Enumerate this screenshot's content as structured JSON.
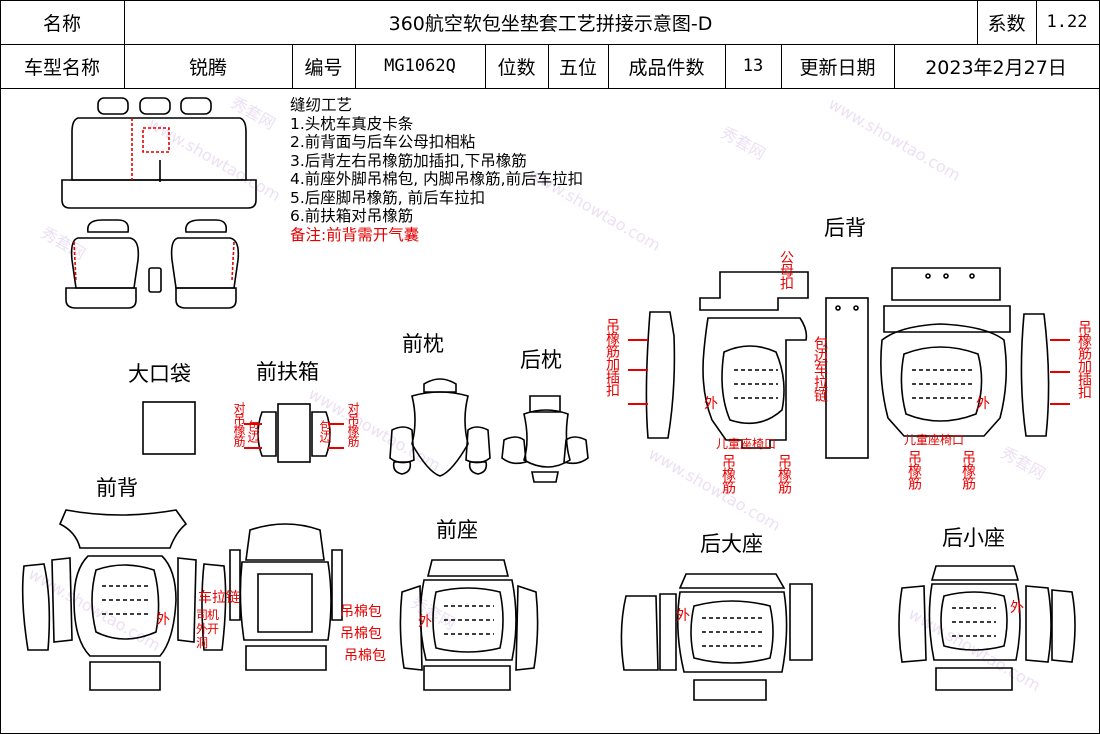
{
  "header": {
    "name_label": "名称",
    "title": "360航空软包坐垫套工艺拼接示意图-D",
    "coef_label": "系数",
    "coef_value": "1.22"
  },
  "info_row": {
    "model_label": "车型名称",
    "model_value": "锐腾",
    "code_label": "编号",
    "code_value": "MG1062Q",
    "seats_label": "位数",
    "seats_value": "五位",
    "pieces_label": "成品件数",
    "pieces_value": "13",
    "date_label": "更新日期",
    "date_value": "2023年2月27日"
  },
  "process": {
    "heading": "缝纫工艺",
    "steps": [
      "1.头枕车真皮卡条",
      "2.前背面与后车公母扣相粘",
      "3.后背左右吊橡筋加插扣,下吊橡筋",
      "4.前座外脚吊棉包, 内脚吊橡筋,前后车拉扣",
      "5.后座脚吊橡筋, 前后车拉扣",
      "6.前扶箱对吊橡筋"
    ],
    "note": "备注:前背需开气囊"
  },
  "sections": {
    "rear_back": "后背",
    "big_pocket": "大口袋",
    "front_armrest": "前扶箱",
    "front_headrest": "前枕",
    "rear_headrest": "后枕",
    "front_back": "前背",
    "front_seat": "前座",
    "rear_big_seat": "后大座",
    "rear_small_seat": "后小座"
  },
  "annotations": {
    "hang_elastic_buckle": "吊橡筋加插扣",
    "male_female_buckle": "公母扣",
    "edge_zipper": "包边车拉链",
    "outer": "外",
    "child_seat": "儿童座椅口",
    "hang_elastic": "吊橡筋",
    "pair_hang_elastic": "对吊橡筋",
    "edge_wrap": "包边",
    "zipper": "车拉链",
    "airbag_opening": "司机外开洞",
    "cotton_pad": "吊棉包"
  },
  "watermark": {
    "brand": "秀套网",
    "site": "www.showtao.com"
  },
  "colors": {
    "line": "#000000",
    "annotation": "#e60000",
    "watermark": "#c9a7e0"
  }
}
